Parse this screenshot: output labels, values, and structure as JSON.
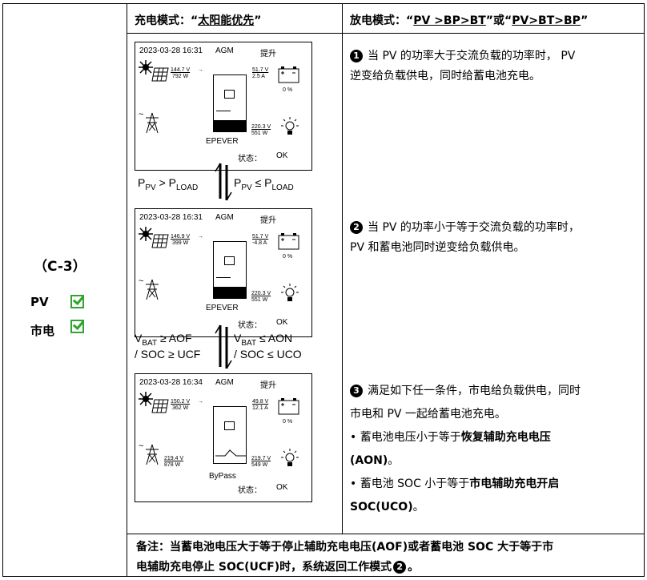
{
  "header": {
    "charge_prefix": "充电模式：“",
    "charge_mode": "太阳能优先",
    "charge_suffix": "”",
    "discharge_prefix": "放电模式：“",
    "discharge_mode_1": "PV >BP>BT",
    "discharge_mid": "”或“",
    "discharge_mode_2": "PV>BT>BP",
    "discharge_suffix": "”"
  },
  "side": {
    "mode_code": "（C-3）",
    "pv_label": "PV",
    "grid_label": "市电"
  },
  "screens": [
    {
      "datetime": "2023-03-28  16:31",
      "battery_type": "AGM",
      "stage": "提升",
      "pv_v": "144.7 V",
      "pv_w": "792 W",
      "bat_v": "51.7 V",
      "bat_a": "2.5  A",
      "bat_soc": "0 %",
      "load_v": "220.3 V",
      "load_w": "551  W",
      "grid_v": "",
      "grid_w": "",
      "brand": "EPEVER",
      "status_label": "状态：",
      "status_value": "OK"
    },
    {
      "datetime": "2023-03-28  16:31",
      "battery_type": "AGM",
      "stage": "提升",
      "pv_v": "146.9 V",
      "pv_w": "399 W",
      "bat_v": "51.7 V",
      "bat_a": "-4.8  A",
      "bat_soc": "0 %",
      "load_v": "220.3 V",
      "load_w": "551  W",
      "grid_v": "",
      "grid_w": "",
      "brand": "EPEVER",
      "status_label": "状态：",
      "status_value": "OK"
    },
    {
      "datetime": "2023-03-28  16:34",
      "battery_type": "AGM",
      "stage": "提升",
      "pv_v": "150.2 V",
      "pv_w": "362 W",
      "bat_v": "49.8 V",
      "bat_a": "12.1 A",
      "bat_soc": "0 %",
      "load_v": "219.7 V",
      "load_w": "549  W",
      "grid_v": "219.4 V",
      "grid_w": "878  W",
      "brand": "ByPass",
      "status_label": "状态：",
      "status_value": "OK"
    }
  ],
  "conditions": {
    "c1_left": "P_PV > P_LOAD",
    "c1_right": "P_PV ≤ P_LOAD",
    "c2_left_1": "V_BAT ≥ AOF",
    "c2_left_2": "/ SOC ≥ UCF",
    "c2_right_1": "V_BAT ≤ AON",
    "c2_right_2": "/ SOC ≤ UCO"
  },
  "notes": {
    "n1_num": "1",
    "n1_line1": "当 PV 的功率大于交流负载的功率时，  PV",
    "n1_line2": "逆变给负载供电，同时给蓄电池充电。",
    "n2_num": "2",
    "n2_line1": "当 PV 的功率小于等于交流负载的功率时，",
    "n2_line2": "PV 和蓄电池同时逆变给负载供电。",
    "n3_num": "3",
    "n3_line1": "满足如下任一条件，市电给负载供电，同时",
    "n3_line2": "市电和 PV 一起给蓄电池充电。",
    "n3_b1_pre": "• 蓄电池电压小于等于",
    "n3_b1_bold": "恢复辅助充电电压",
    "n3_b1_bold2": "(AON)",
    "n3_b1_end": "。",
    "n3_b2_pre": "• 蓄电池 SOC 小于等于",
    "n3_b2_bold": "市电辅助充电开启",
    "n3_b2_bold2": "SOC(UCO)",
    "n3_b2_end": "。"
  },
  "footer": {
    "line1": "备注：当蓄电池电压大于等于停止辅助充电电压(AOF)或者蓄电池 SOC 大于等于市",
    "line2": "电辅助充电停止 SOC(UCF)时，系统返回工作模式",
    "line2_num": "2",
    "line2_end": "。"
  }
}
